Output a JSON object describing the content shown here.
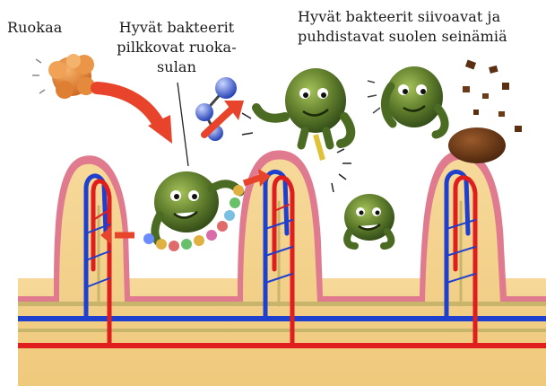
{
  "labels": {
    "food": "Ruokaa",
    "good_bacteria_digest": "Hyvät bakteerit\npilkkovat ruoka-\nsulan",
    "good_bacteria_clean": "Hyvät bakteerit siivoavat ja\npuhdistavat suolen seinämiä"
  },
  "colors": {
    "tissue": "#f3d28a",
    "tissue_dark": "#e9bf6b",
    "villus_border": "#e07a8e",
    "artery": "#e01e1e",
    "vein": "#1f3fcf",
    "lymph": "#c8b46a",
    "bacteria": "#5b7a2a",
    "bacteria_light": "#8fb04a",
    "food": "#e88a3c",
    "arrow": "#e8442c",
    "background": "#ffffff"
  }
}
